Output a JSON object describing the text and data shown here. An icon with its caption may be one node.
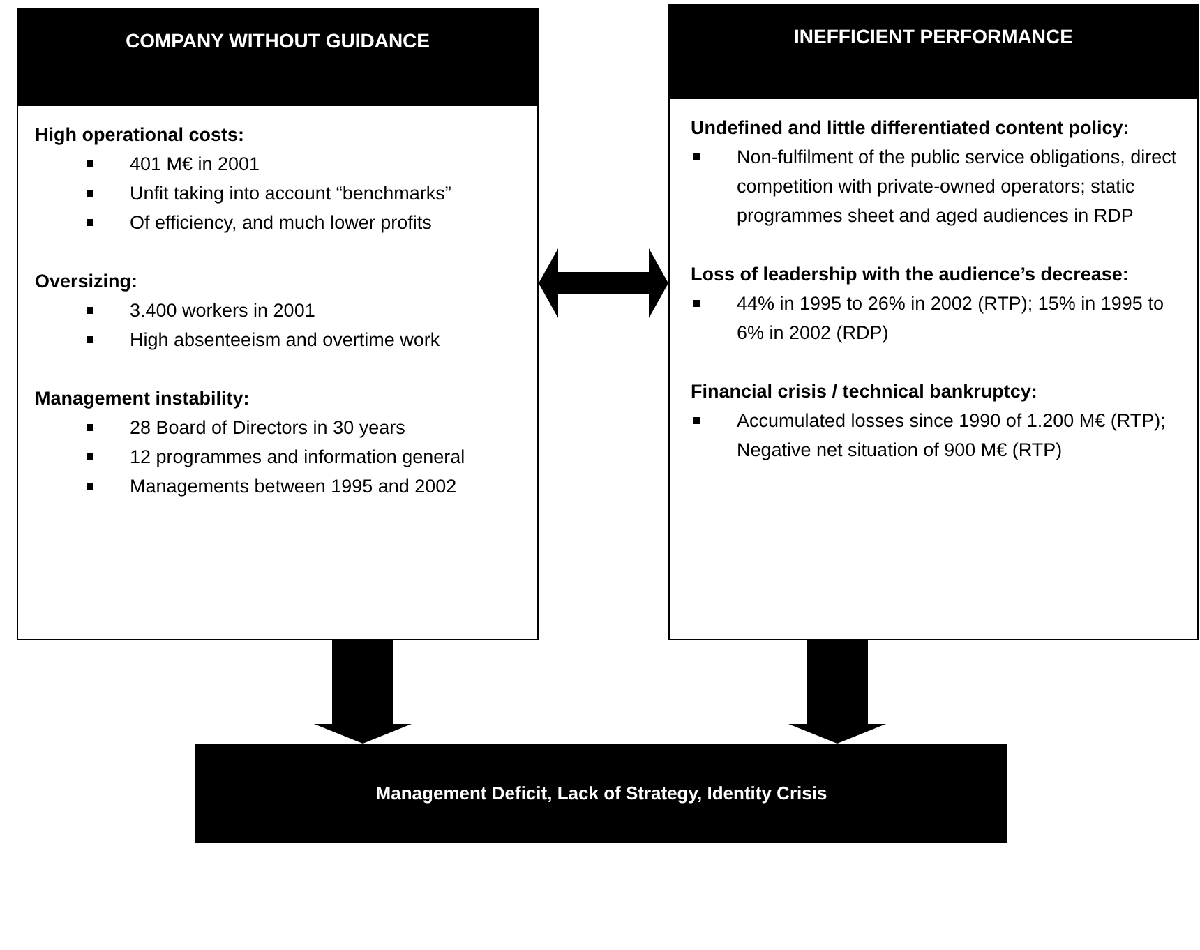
{
  "diagram": {
    "nodes": [
      {
        "text": [
          "COMPANY WITHOUT GUIDANCE"
        ]
      },
      {
        "text": [
          "High operational costs:",
          "401 M€ in 2001",
          "Unfit taking into account “benchmarks”",
          "Of efficiency, and much lower profits",
          "Oversizing:",
          "3.400 workers in 2001",
          "High absenteeism and overtime work",
          "Management instability:",
          "28 Board of Directors in 30 years",
          "12 programmes and information general",
          "Managements between 1995 and 2002"
        ]
      },
      {
        "text": [
          "INEFFICIENT PERFORMANCE"
        ]
      },
      {
        "text": [
          "Undefined and little differentiated content policy:",
          "Non-fulfilment of the public service obligations, direct competition with private-owned operators; static programmes sheet and aged audiences in RDP",
          "Loss of leadership with the audience’s decrease:",
          "44% in 1995 to 26% in 2002 (RTP); 15% in 1995 to 6% in 2002 (RDP)",
          "Financial crisis / technical bankruptcy:",
          "Accumulated losses since 1990 of 1.200 M€ (RTP); Negative net situation of 900 M€ (RTP)"
        ]
      },
      {
        "text": [
          "Management Deficit, Lack of Strategy, Identity Crisis"
        ]
      }
    ],
    "edges": [
      {
        "from": 1,
        "to": 3,
        "arrow": "both",
        "style": "thick"
      },
      {
        "from": 1,
        "to": 4,
        "arrow": "to",
        "style": "thick"
      },
      {
        "from": 3,
        "to": 4,
        "arrow": "to",
        "style": "thick"
      }
    ]
  }
}
